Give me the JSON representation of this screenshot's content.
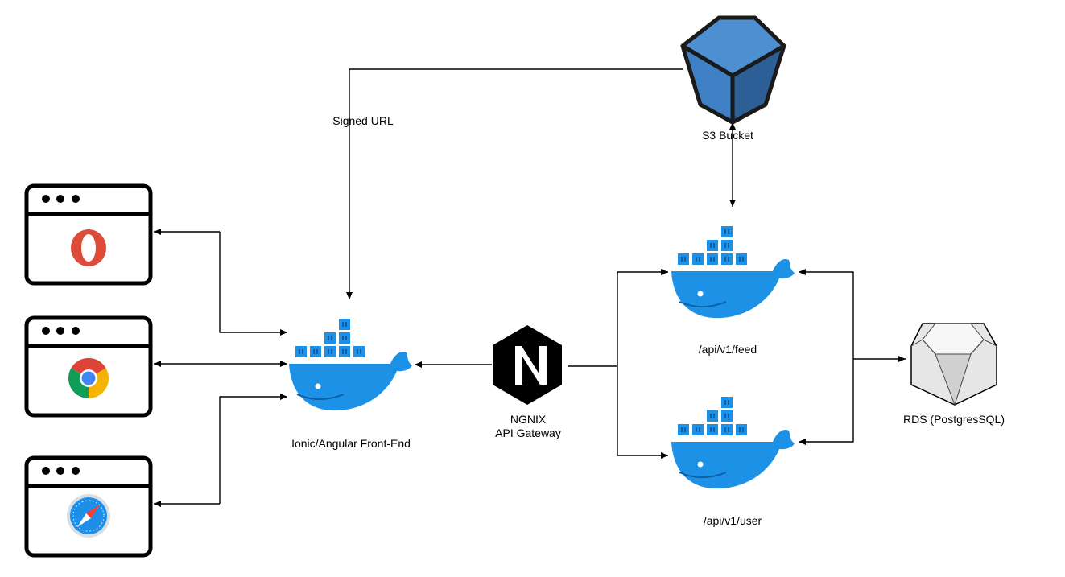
{
  "diagram": {
    "labels": {
      "frontend": "Ionic/Angular Front-End",
      "gateway_line1": "NGNIX",
      "gateway_line2": "API Gateway",
      "feed": "/api/v1/feed",
      "user": "/api/v1/user",
      "s3": "S3 Bucket",
      "rds": "RDS (PostgresSQL)",
      "signed_url": "Signed URL"
    },
    "browsers": [
      {
        "name": "opera-browser",
        "icon": "opera-icon"
      },
      {
        "name": "chrome-browser",
        "icon": "chrome-icon"
      },
      {
        "name": "safari-browser",
        "icon": "safari-icon"
      }
    ],
    "colors": {
      "docker": "#1d91e6",
      "docker_dark": "#0b5ea8",
      "s3_face": "#3f7fc4",
      "s3_side": "#2d5f96",
      "s3_top": "#4e8fd1",
      "rds": "#e2e2e2",
      "opera": "#dd4b39",
      "nginx": "#000000",
      "line": "#000000"
    }
  }
}
